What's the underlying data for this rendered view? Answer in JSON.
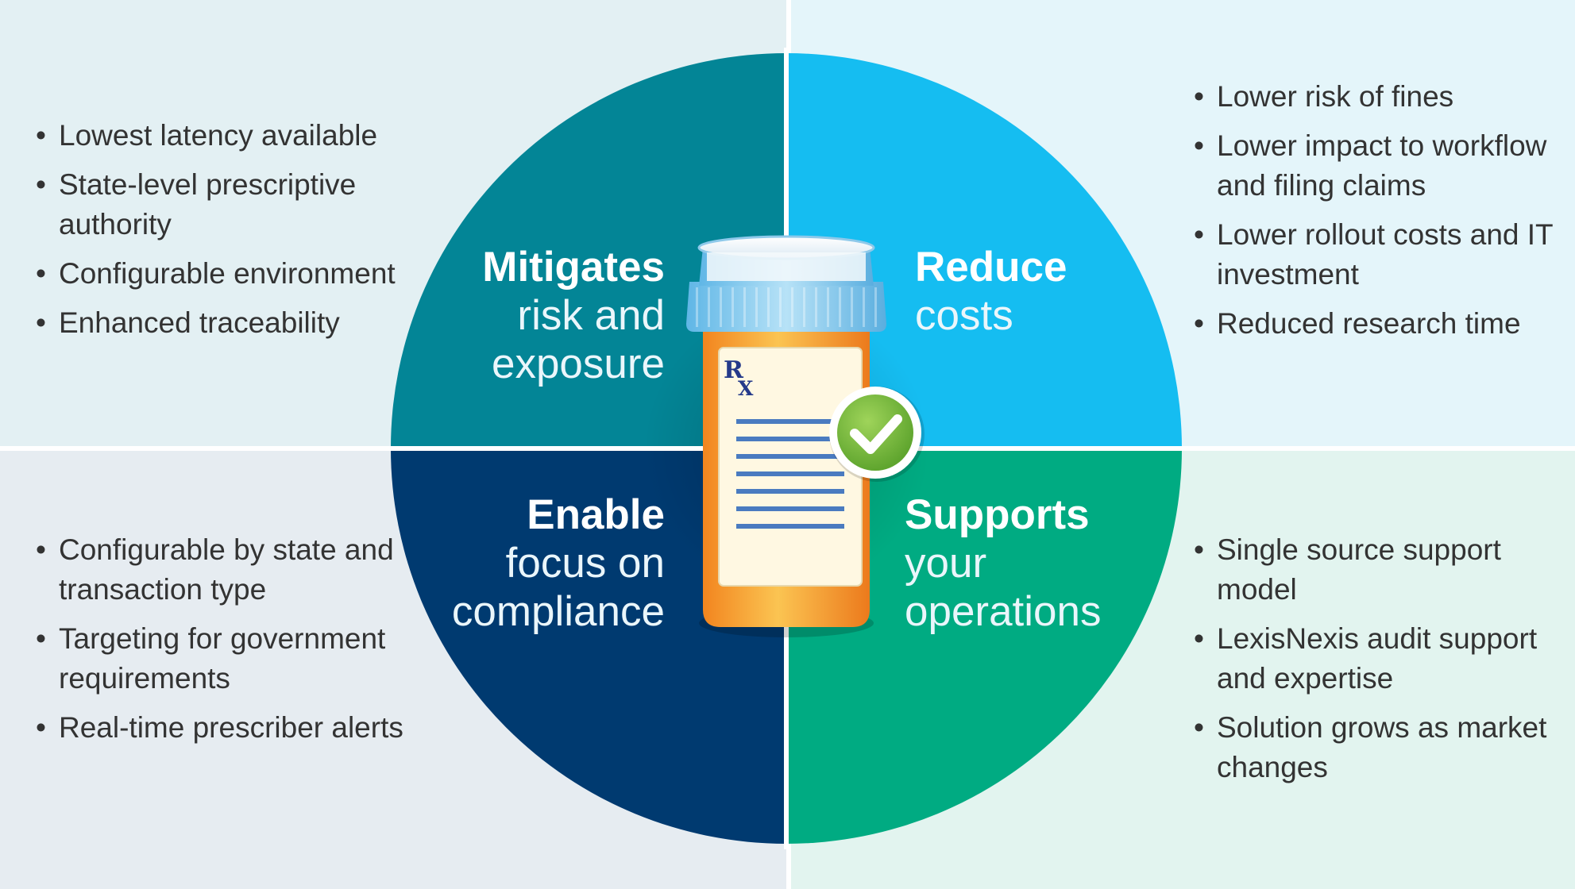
{
  "colors": {
    "bg_top_left": "#e3f0f3",
    "bg_top_right": "#e4f5fa",
    "bg_bottom_left": "#e6ecf1",
    "bg_bottom_right": "#e2f4ef",
    "teal": "#038596",
    "sky": "#15bdf1",
    "navy": "#003a70",
    "green": "#00ab82",
    "bottle_orange": "#f5a028",
    "cap_blue": "#8fcdef",
    "check_green": "#7bc043",
    "rx_navy": "#253a8a"
  },
  "quadrants": {
    "top_left": {
      "title": "Mitigates",
      "subtitle": [
        "risk and",
        "exposure"
      ],
      "bullets": [
        "Lowest latency available",
        "State-level prescriptive authority",
        "Configurable environment",
        "Enhanced traceability"
      ]
    },
    "top_right": {
      "title": "Reduce",
      "subtitle": [
        "costs"
      ],
      "bullets": [
        "Lower risk of fines",
        "Lower impact to workflow and filing claims",
        "Lower rollout costs and IT investment",
        "Reduced research time"
      ]
    },
    "bottom_left": {
      "title": "Enable",
      "subtitle": [
        "focus on",
        "compliance"
      ],
      "bullets": [
        "Configurable by state and transaction type",
        "Targeting for government requirements",
        "Real-time prescriber alerts"
      ]
    },
    "bottom_right": {
      "title": "Supports",
      "subtitle": [
        "your",
        "operations"
      ],
      "bullets": [
        "Single source support model",
        "LexisNexis audit support and expertise",
        "Solution grows as market changes"
      ]
    }
  },
  "bottle": {
    "label_mark_r": "R",
    "label_mark_x": "X",
    "icon": "prescription-bottle-icon",
    "badge_icon": "checkmark-icon"
  }
}
